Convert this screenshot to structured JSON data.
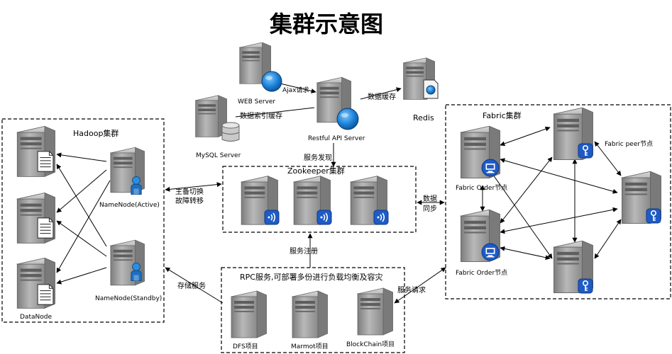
{
  "title": "集群示意图",
  "nodes": {
    "web_server": "WEB Server",
    "mysql_server": "MySQL Server",
    "restful_api_server": "Restful API Server",
    "redis": "Redis",
    "name_node_active": "NameNode(Active)",
    "name_node_standby": "NameNode(Standby)",
    "data_node": "DataNode",
    "fabric_peer": "Fabric peer节点",
    "fabric_order_1": "Fabric Order节点",
    "fabric_order_2": "Fabric Order节点",
    "dfs_project": "DFS项目",
    "marmot_project": "Marmot项目",
    "blockchain_project": "BlockChain项目"
  },
  "groups": {
    "hadoop": "Hadoop集群",
    "zookeeper": "Zookeeper集群",
    "fabric": "Fabric集群",
    "rpc": "RPC服务,可部署多份进行负载均衡及容灾"
  },
  "edges": {
    "ajax_request": "Ajax请求",
    "data_index_cache": "数据索引缓存",
    "data_cache": "数据缓存",
    "service_discovery": "服务发现",
    "failover_line1": "主备切换",
    "failover_line2": "故障转移",
    "data_sync_line1": "数据",
    "data_sync_line2": "同步",
    "service_register": "服务注册",
    "storage_service": "存储服务",
    "service_request": "服务请求"
  },
  "icons": [
    "server-tower-icon",
    "globe-icon",
    "database-icon",
    "document-icon",
    "user-icon",
    "wireless-icon",
    "key-icon",
    "monitor-icon"
  ],
  "colors": {
    "server_body": "#9a9a9a",
    "globe": "#1a7fd6",
    "badge": "#1e5bc6",
    "line": "#000000"
  }
}
